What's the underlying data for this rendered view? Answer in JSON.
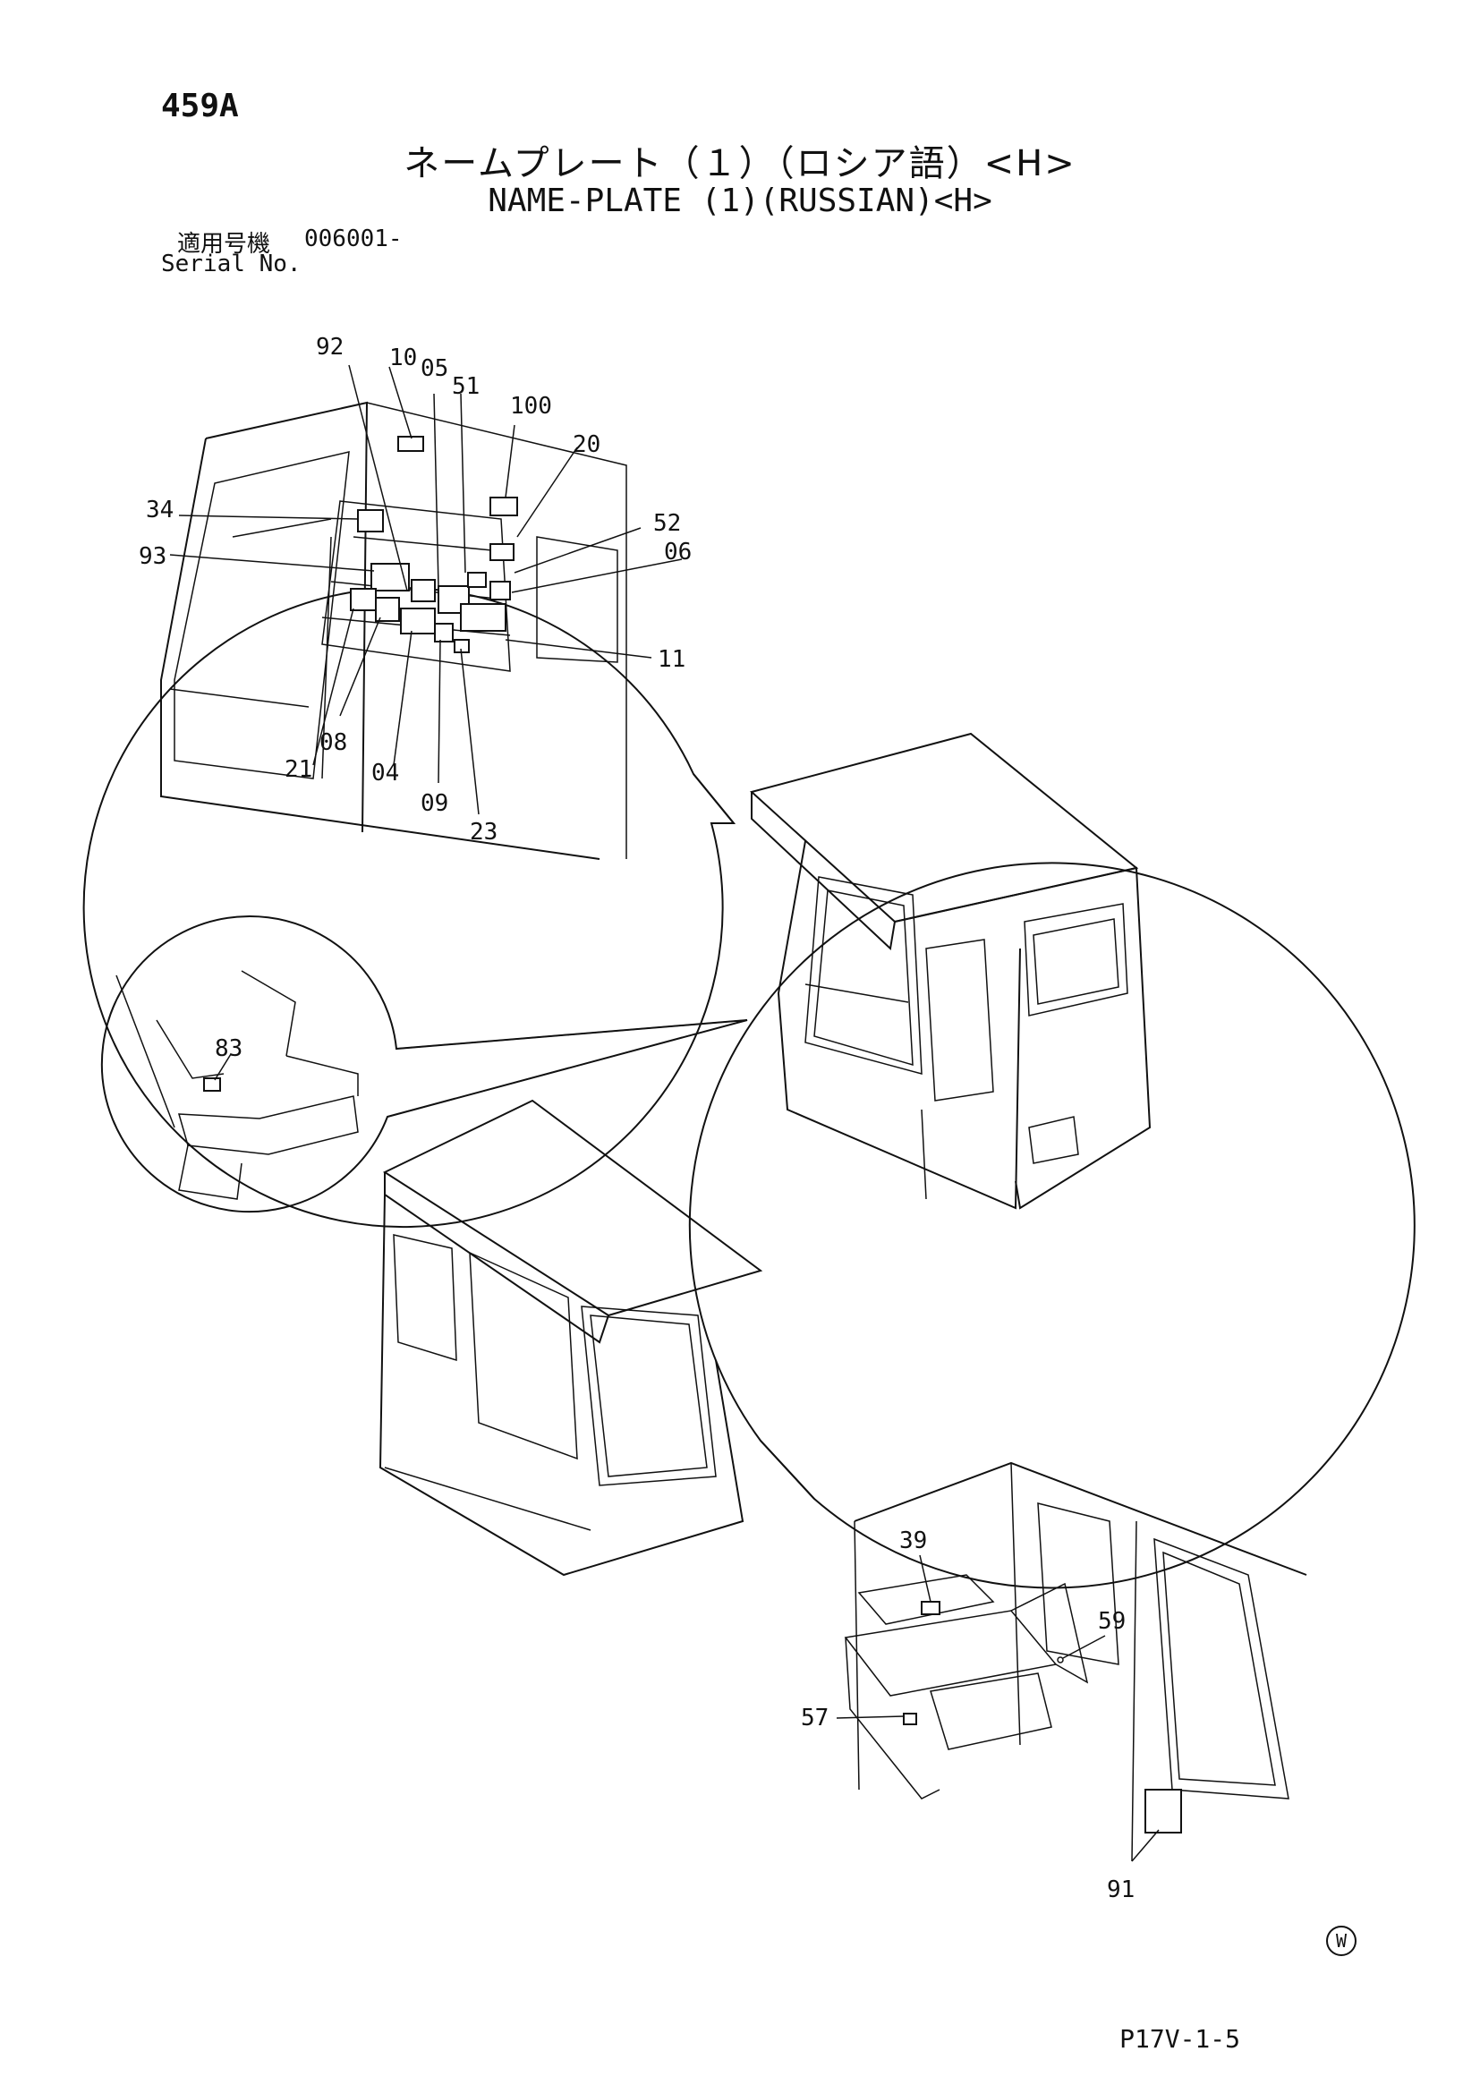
{
  "header": {
    "page_code": "459A",
    "title_jp": "ネームプレート（１）（ロシア語）<H>",
    "title_en": "NAME-PLATE (1)(RUSSIAN)<H>",
    "serial_label_jp": "適用号機",
    "serial_value": "006001-",
    "serial_label_en": "Serial No."
  },
  "callouts_top": [
    "92",
    "10",
    "05",
    "51",
    "100",
    "20",
    "34",
    "52",
    "06",
    "93",
    "11",
    "21",
    "08",
    "04",
    "09",
    "23"
  ],
  "callouts_left": [
    "83"
  ],
  "callouts_bottom": [
    "39",
    "59",
    "57",
    "91"
  ],
  "footer": {
    "mark": "W",
    "page_ref": "P17V-1-5"
  }
}
